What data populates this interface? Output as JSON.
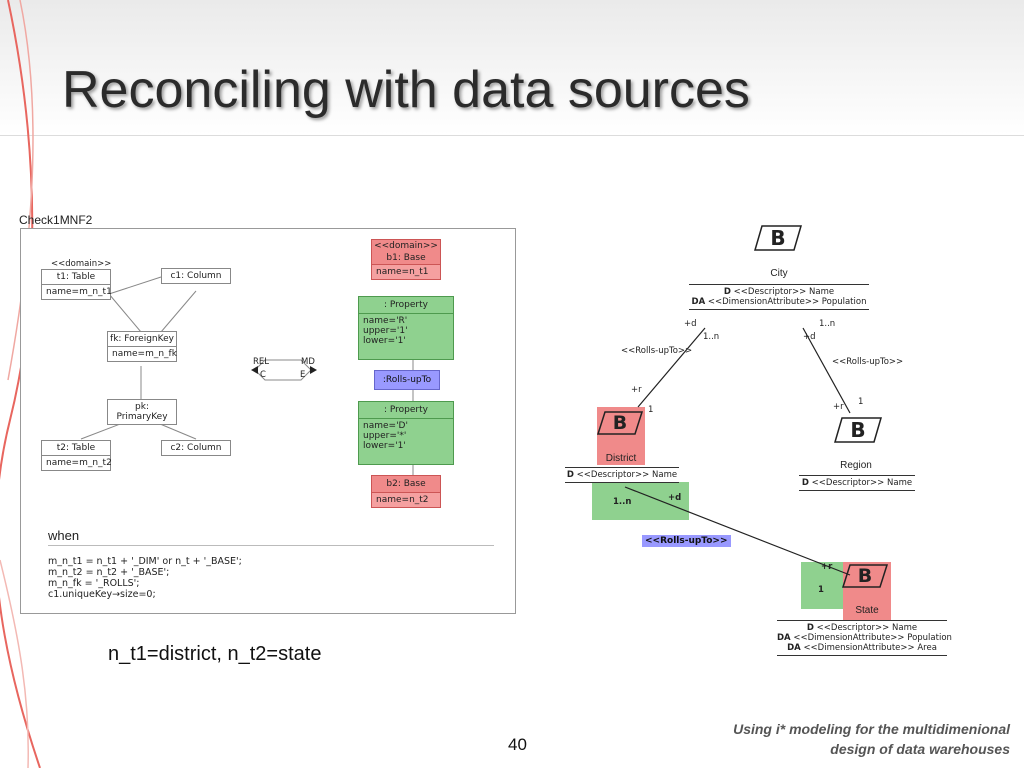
{
  "slide": {
    "title": "Reconciling with data sources",
    "mapping_note": "n_t1=district, n_t2=state",
    "page_number": "40",
    "footer_line1": "Using i* modeling for the multidimenional",
    "footer_line2": "design of data warehouses"
  },
  "rule": {
    "name": "Check1MNF2",
    "source": {
      "t1_stereotype": "<<domain>>",
      "t1_name": "t1: Table",
      "t1_attr": "name=m_n_t1",
      "c1_name": "c1: Column",
      "fk_name": "fk: ForeignKey",
      "fk_attr": "name=m_n_fk",
      "pk_name": "pk: PrimaryKey",
      "t2_name": "t2: Table",
      "t2_attr": "name=m_n_t2",
      "c2_name": "c2: Column"
    },
    "relation": {
      "left_top": "REL",
      "left_bottom": "C",
      "right_top": "MD",
      "right_bottom": "E"
    },
    "target": {
      "b1_stereotype": "<<domain>>",
      "b1_name": "b1: Base",
      "b1_attr": "name=n_t1",
      "prop1_name": ": Property",
      "prop1_l1": "name='R'",
      "prop1_l2": "upper='1'",
      "prop1_l3": "lower='1'",
      "rolls": ":Rolls-upTo",
      "prop2_name": ": Property",
      "prop2_l1": "name='D'",
      "prop2_l2": "upper='*'",
      "prop2_l3": "lower='1'",
      "b2_name": "b2: Base",
      "b2_attr": "name=n_t2"
    },
    "when_title": "when",
    "conditions": [
      "m_n_t1 = n_t1 + '_DIM' or n_t + '_BASE';",
      "m_n_t2 = n_t2 + '_BASE';",
      "m_n_fk = '_ROLLS';",
      "c1.uniqueKey→size=0;"
    ]
  },
  "md_model": {
    "badge_letter": "B",
    "city": {
      "name": "City",
      "attr1_tag": "D",
      "attr1": "<<Descriptor>> Name",
      "attr2_tag": "DA",
      "attr2": "<<DimensionAttribute>> Population"
    },
    "region": {
      "name": "Region",
      "attr1_tag": "D",
      "attr1": "<<Descriptor>> Name"
    },
    "district": {
      "name": "District",
      "attr1_tag": "D",
      "attr1": "<<Descriptor>> Name"
    },
    "state": {
      "name": "State",
      "attr1_tag": "D",
      "attr1": "<<Descriptor>> Name",
      "attr2_tag": "DA",
      "attr2": "<<DimensionAttribute>> Population",
      "attr3_tag": "DA",
      "attr3": "<<DimensionAttribute>> Area"
    },
    "labels": {
      "city_left_role": "+d",
      "city_left_mult": "1..n",
      "city_right_mult": "1..n",
      "city_right_role": "+d",
      "rolls_left": "<<Rolls-upTo>>",
      "rolls_right": "<<Rolls-upTo>>",
      "district_role": "+r",
      "district_mult": "1",
      "region_role": "+r",
      "region_mult": "1",
      "green_mult": "1..n",
      "green_role": "+d",
      "rolls_highlight": "<<Rolls-upTo>>",
      "state_role": "+r",
      "state_mult": "1"
    }
  }
}
